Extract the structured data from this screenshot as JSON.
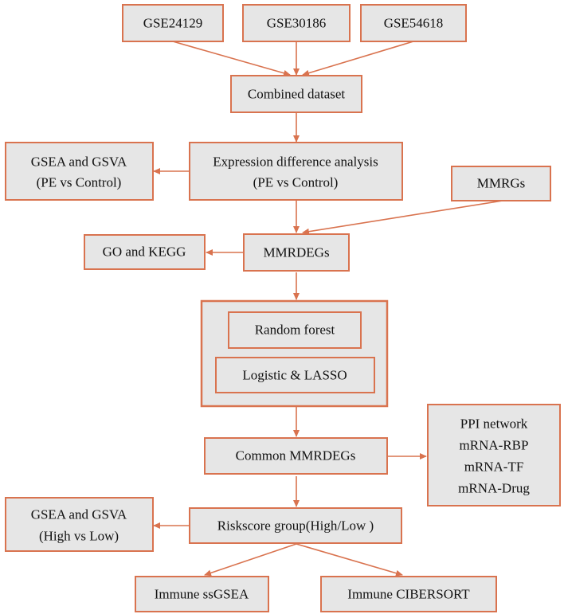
{
  "colors": {
    "border": "#d9734f",
    "fill": "#e6e6e6",
    "text": "#111111"
  },
  "nodes": {
    "gse24129": "GSE24129",
    "gse30186": "GSE30186",
    "gse54618": "GSE54618",
    "combined": "Combined dataset",
    "gsea_pe_line1": "GSEA and GSVA",
    "gsea_pe_line2": "(PE vs Control)",
    "expr_line1": "Expression difference analysis",
    "expr_line2": "(PE vs Control)",
    "mmrgs": "MMRGs",
    "go_kegg": "GO and KEGG",
    "mmrdegs": "MMRDEGs",
    "random_forest": "Random forest",
    "logistic_lasso": "Logistic & LASSO",
    "common": "Common MMRDEGs",
    "ppi_line1": "PPI network",
    "ppi_line2": "mRNA-RBP",
    "ppi_line3": "mRNA-TF",
    "ppi_line4": "mRNA-Drug",
    "gsea_hl_line1": "GSEA and GSVA",
    "gsea_hl_line2": "(High vs Low)",
    "riskscore": "Riskscore group(High/Low )",
    "ssgsea": "Immune ssGSEA",
    "cibersort": "Immune CIBERSORT"
  }
}
